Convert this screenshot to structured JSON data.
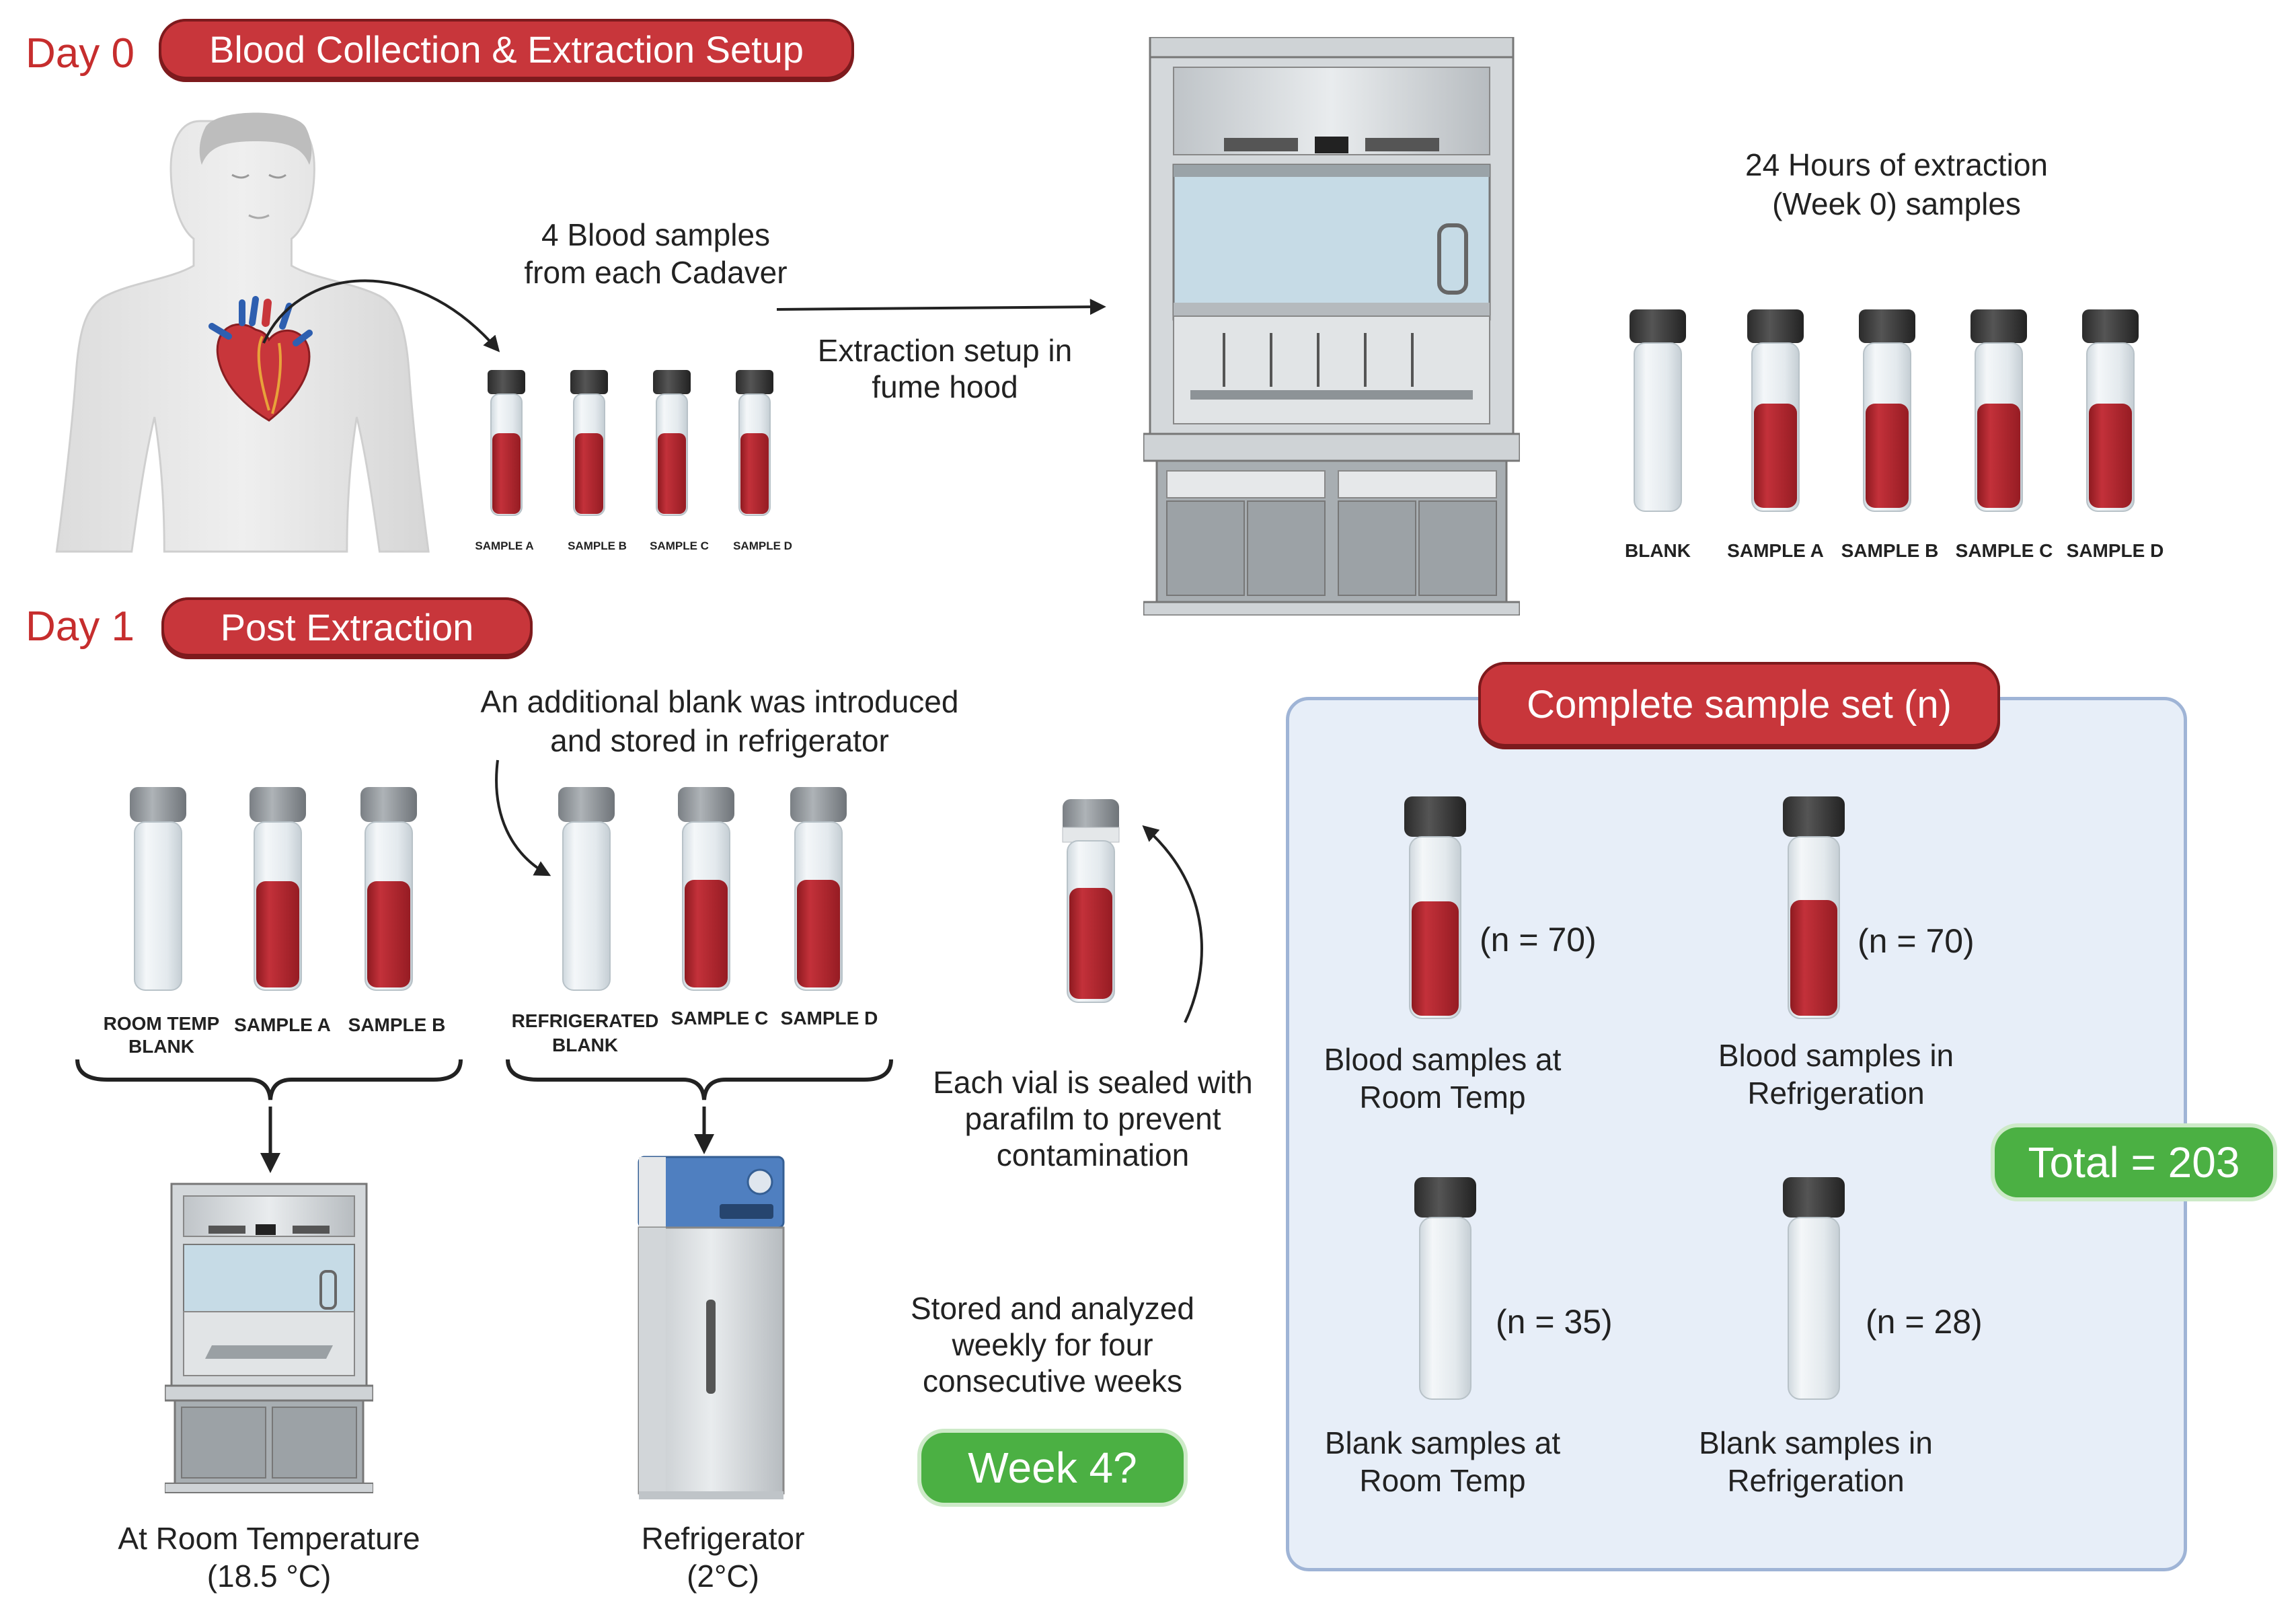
{
  "day0": {
    "day_label": "Day 0",
    "header": "Blood Collection & Extraction Setup",
    "samples_text_1": "4 Blood samples",
    "samples_text_2": "from each Cadaver",
    "fume_hood_text_1": "Extraction setup in",
    "fume_hood_text_2": "fume hood",
    "tube_labels": [
      "SAMPLE A",
      "SAMPLE B",
      "SAMPLE C",
      "SAMPLE D"
    ],
    "extraction_text_1": "24 Hours of extraction",
    "extraction_text_2": "(Week 0) samples",
    "vial_labels": [
      "BLANK",
      "SAMPLE A",
      "SAMPLE B",
      "SAMPLE C",
      "SAMPLE D"
    ]
  },
  "day1": {
    "day_label": "Day 1",
    "header": "Post Extraction",
    "blank_text_1": "An additional blank was introduced",
    "blank_text_2": "and stored in refrigerator",
    "room_group": {
      "labels": [
        "ROOM TEMP",
        "BLANK",
        "SAMPLE A",
        "SAMPLE B"
      ]
    },
    "fridge_group": {
      "labels": [
        "REFRIGERATED",
        "BLANK",
        "SAMPLE C",
        "SAMPLE D"
      ]
    },
    "room_caption_1": "At Room Temperature",
    "room_caption_2": "(18.5 °C)",
    "fridge_caption_1": "Refrigerator",
    "fridge_caption_2": "(2°C)",
    "seal_text": [
      "Each vial is sealed with",
      "parafilm to prevent",
      "contamination"
    ],
    "stored_text": [
      "Stored and analyzed",
      "weekly for four",
      "consecutive weeks"
    ],
    "week_badge": "Week 4?"
  },
  "sample_set": {
    "header": "Complete sample set (n)",
    "items": [
      {
        "n": "(n = 70)",
        "caption_1": "Blood samples at",
        "caption_2": "Room Temp",
        "filled": true
      },
      {
        "n": "(n = 70)",
        "caption_1": "Blood samples in",
        "caption_2": "Refrigeration",
        "filled": true
      },
      {
        "n": "(n = 35)",
        "caption_1": "Blank samples at",
        "caption_2": "Room Temp",
        "filled": false
      },
      {
        "n": "(n = 28)",
        "caption_1": "Blank samples in",
        "caption_2": "Refrigeration",
        "filled": false
      }
    ],
    "total": "Total = 203"
  },
  "colors": {
    "red_header": "#c8363b",
    "blood": "#b9282f",
    "green_badge": "#4bb043",
    "panel_bg": "#e7eef8"
  }
}
